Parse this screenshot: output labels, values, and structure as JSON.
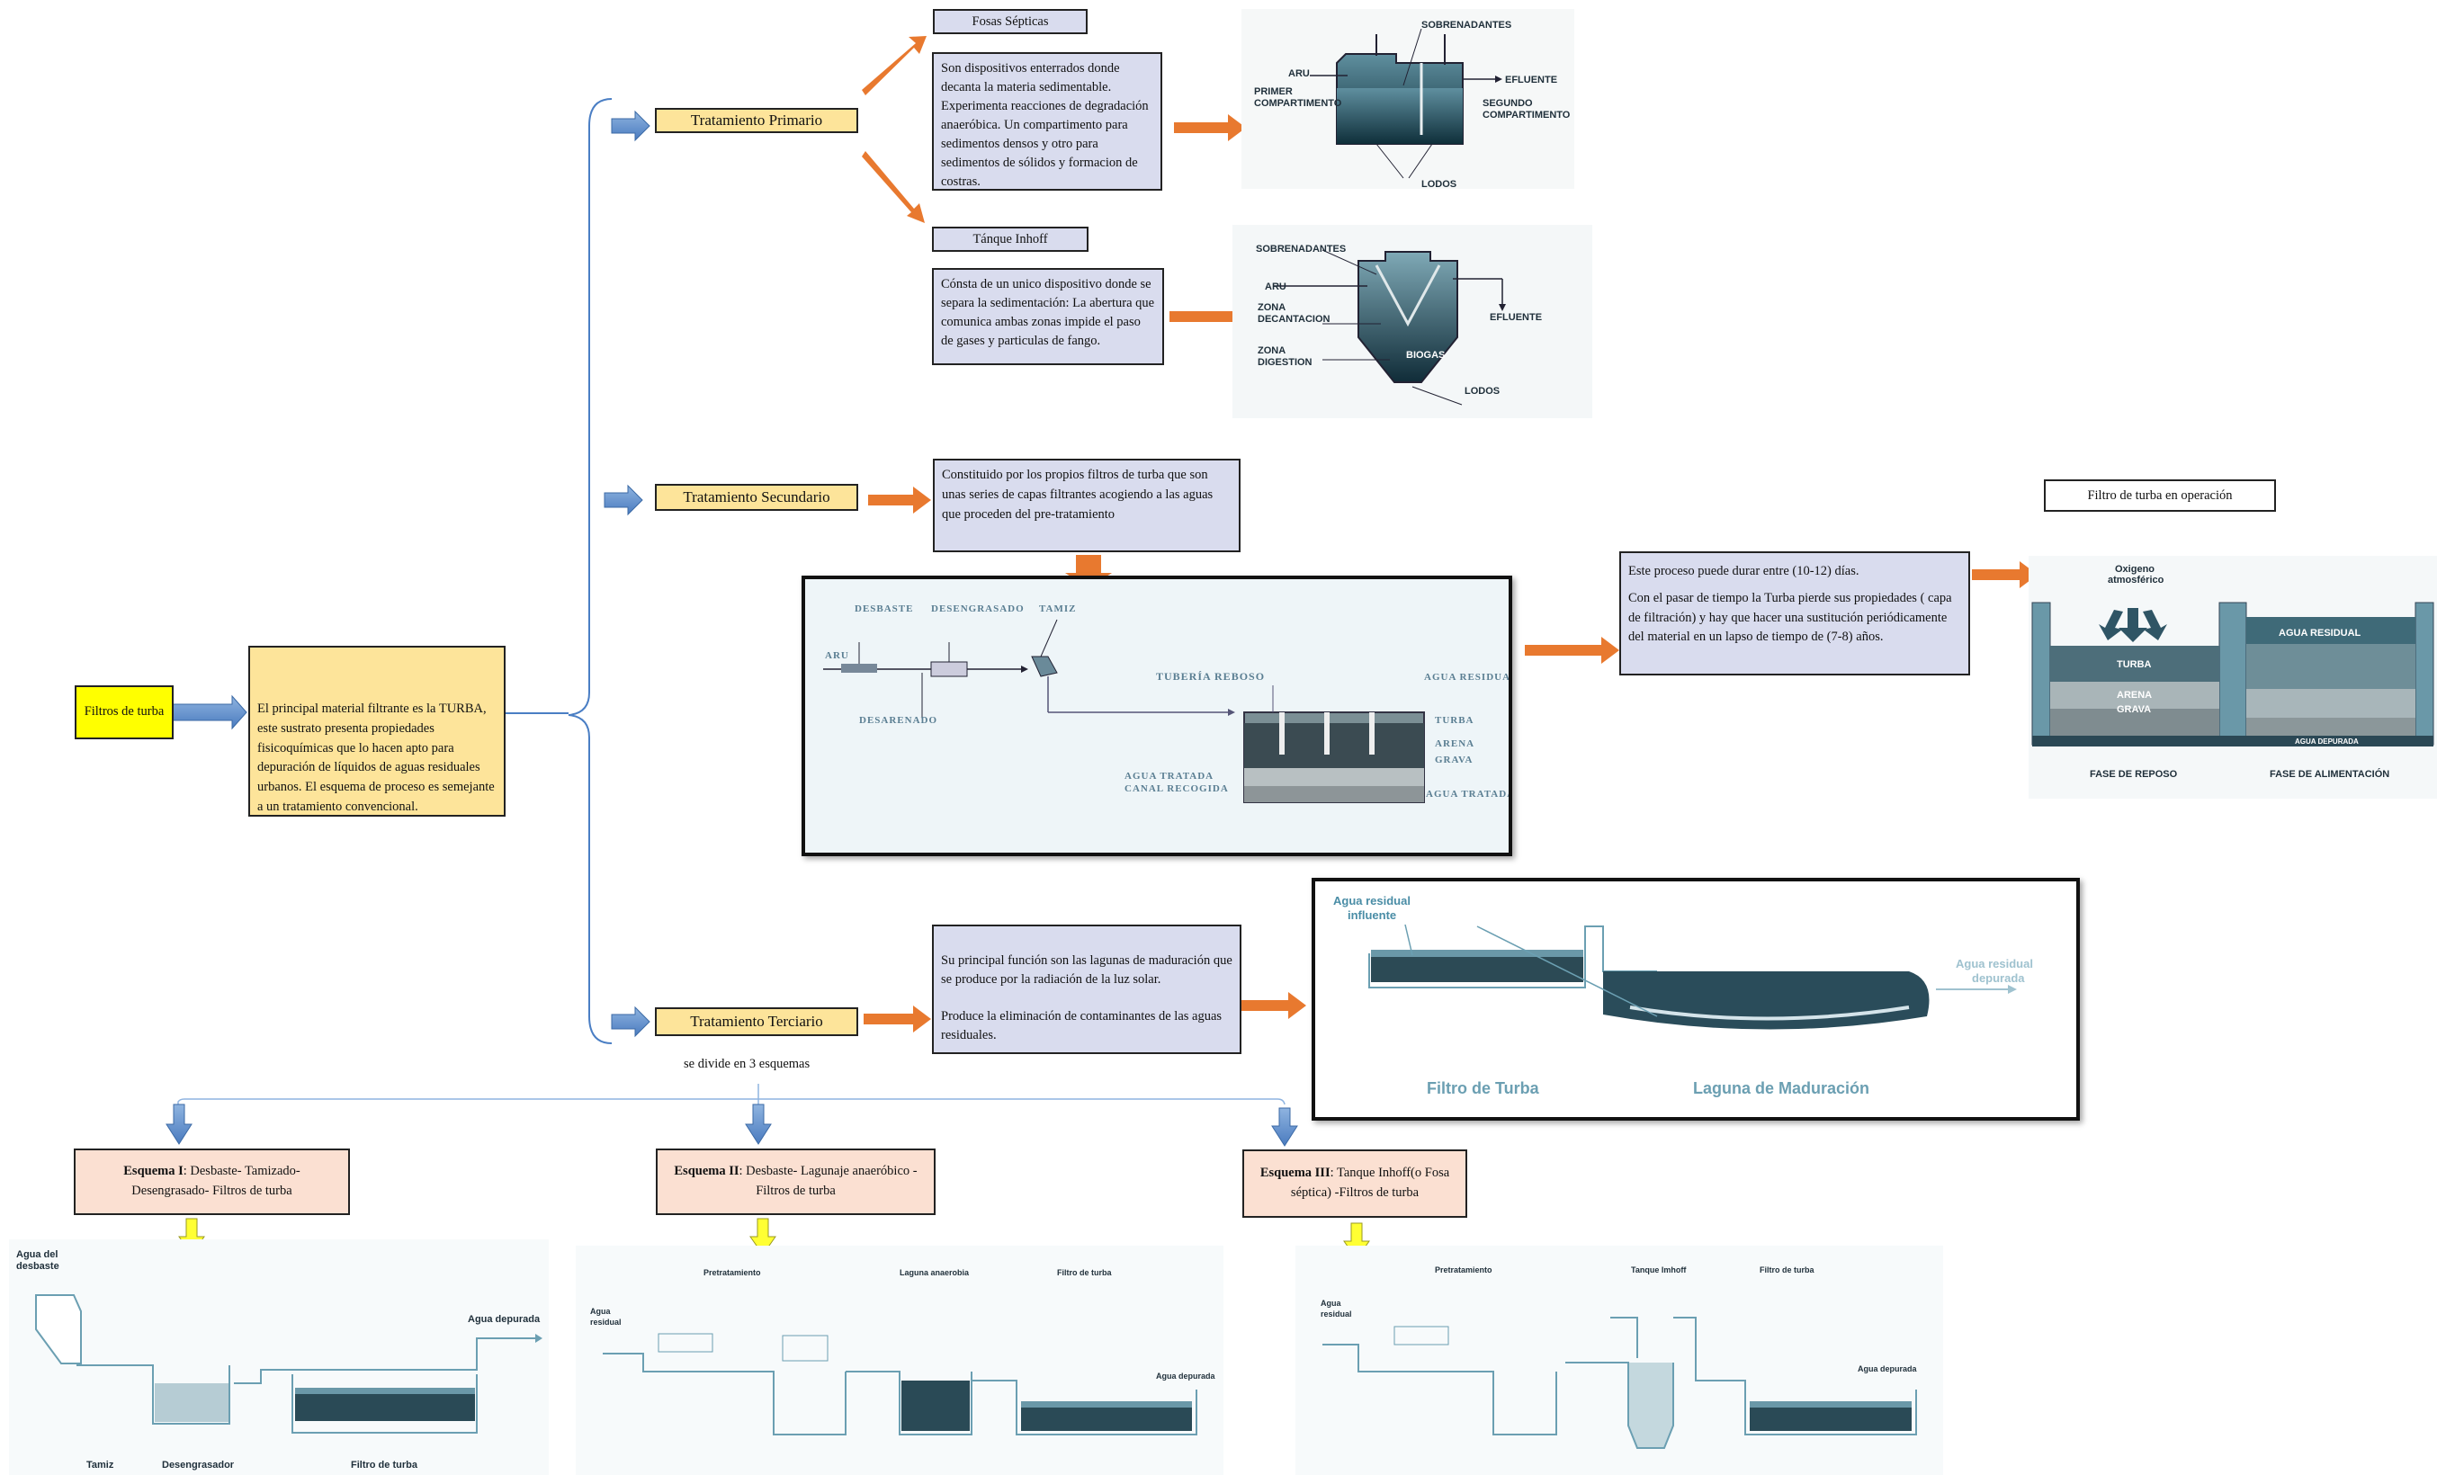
{
  "root": {
    "label": "Filtros de turba"
  },
  "intro": {
    "text": "El principal material filtrante es la TURBA, este sustrato presenta propiedades fisicoquímicas que lo hacen apto para depuración de líquidos de aguas residuales urbanos. El esquema de proceso es semejante a un tratamiento convencional."
  },
  "primary": {
    "title": "Tratamiento Primario",
    "fosas": {
      "title": "Fosas Sépticas",
      "text": "Son dispositivos enterrados donde decanta la materia sedimentable. Experimenta reacciones de degradación anaeróbica. Un compartimento para sedimentos densos  y otro para sedimentos de sólidos y formacion de costras.",
      "diagram": {
        "sobrenadantes": "SOBRENADANTES",
        "aru": "ARU",
        "efluente": "EFLUENTE",
        "primer1": "PRIMER",
        "primer2": "COMPARTIMENTO",
        "segundo1": "SEGUNDO",
        "segundo2": "COMPARTIMENTO",
        "lodos": "LODOS"
      }
    },
    "imhoff": {
      "title": "Tánque Inhoff",
      "text": "Cónsta de un unico dispositivo donde se separa la sedimentación: La abertura que comunica ambas zonas impide el paso de gases y particulas de fango.",
      "diagram": {
        "sobrenadantes": "SOBRENADANTES",
        "aru": "ARU",
        "zona_dec1": "ZONA",
        "zona_dec2": "DECANTACION",
        "zona_dig1": "ZONA",
        "zona_dig2": "DIGESTION",
        "biogas": "BIOGAS",
        "efluente": "EFLUENTE",
        "lodos": "LODOS"
      }
    }
  },
  "secondary": {
    "title": "Tratamiento Secundario",
    "text": "Constituido por los propios filtros de turba que son unas series de capas filtrantes acogiendo a las aguas que proceden del pre-tratamiento",
    "diagram": {
      "desbaste": "DESBASTE",
      "desengrasado": "DESENGRASADO",
      "tamiz": "TAMIZ",
      "aru": "ARU",
      "desarenado": "DESARENADO",
      "tuberia": "TUBERÍA REBOSO",
      "agua_residual": "AGUA RESIDUAL",
      "turba": "TURBA",
      "arena": "ARENA",
      "grava": "GRAVA",
      "agua_tratada_canal1": "AGUA TRATADA",
      "agua_tratada_canal2": "CANAL RECOGIDA",
      "agua_tratada": "AGUA TRATADA"
    },
    "duration": {
      "p1": "Este proceso puede durar entre (10-12) días.",
      "p2": "Con el pasar de tiempo la Turba pierde sus propiedades ( capa de filtración) y hay que hacer una sustitución periódicamente del material en un  lapso de tiempo de (7-8) años."
    },
    "operation": {
      "title": "Filtro de turba en operación",
      "oxigeno1": "Oxigeno",
      "oxigeno2": "atmosférico",
      "agua_residual": "AGUA  RESIDUAL",
      "turba": "TURBA",
      "arena": "ARENA",
      "grava": "GRAVA",
      "agua_depurada": "AGUA DEPURADA",
      "fase_reposo": "FASE DE REPOSO",
      "fase_alimentacion": "FASE DE ALIMENTACIÓN"
    }
  },
  "tertiary": {
    "title": "Tratamiento Terciario",
    "text1": "Su principal función son las lagunas de maduración que se produce por la radiación de la luz solar.",
    "text2": "Produce la eliminación de contaminantes de las aguas residuales.",
    "diagram": {
      "influente1": "Agua residual",
      "influente2": "influente",
      "depurada1": "Agua residual",
      "depurada2": "depurada",
      "filtro": "Filtro de Turba",
      "laguna": "Laguna de Maduración"
    },
    "divide": "se divide en 3 esquemas"
  },
  "schemes": [
    {
      "bold": "Esquema I",
      "text": ": Desbaste- Tamizado-Desengrasado- Filtros de turba",
      "labels": {
        "agua_del1": "Agua del",
        "agua_del2": "desbaste",
        "agua_dep": "Agua depurada",
        "tamiz": "Tamiz",
        "desengrasador": "Desengrasador",
        "filtro": "Filtro de turba"
      }
    },
    {
      "bold": "Esquema II",
      "text": ": Desbaste- Lagunaje anaeróbico -Filtros de turba",
      "labels": {
        "pretratamiento": "Pretratamiento",
        "laguna": "Laguna anaerobia",
        "filtro": "Filtro de turba",
        "agua1": "Agua",
        "agua2": "residual",
        "agua_dep": "Agua depurada"
      }
    },
    {
      "bold": "Esquema III",
      "text": ": Tanque Inhoff(o Fosa séptica) -Filtros de turba",
      "labels": {
        "pretratamiento": "Pretratamiento",
        "tanque": "Tanque Imhoff",
        "filtro": "Filtro de turba",
        "agua1": "Agua",
        "agua2": "residual",
        "agua_dep": "Agua depurada"
      }
    }
  ],
  "colors": {
    "lavender": "#d9dcee",
    "yellow_box": "#fde49a",
    "peach": "#fbe0d2",
    "root": "#ffff00",
    "orange_arrow": "#e8792f",
    "blue_arrow": "#5b8fc9",
    "bracket": "#4a7ec4",
    "water": "#4a8da6"
  }
}
